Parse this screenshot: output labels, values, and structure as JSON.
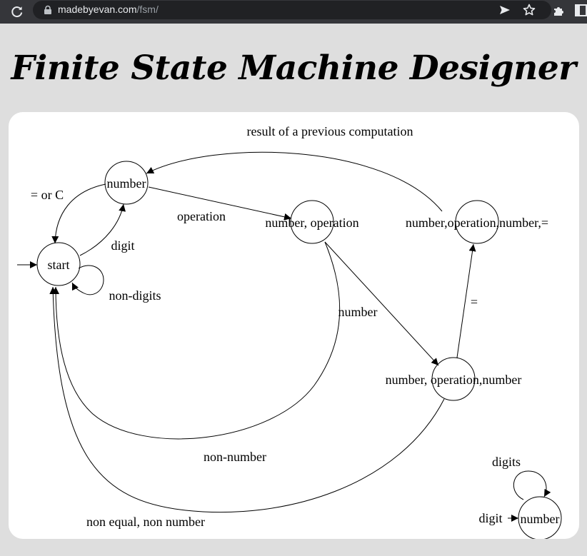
{
  "browser": {
    "url_domain": "madebyevan.com",
    "url_path": "/fsm/",
    "icons": [
      "reload-icon",
      "lock-icon",
      "send-tab-icon",
      "bookmark-star-icon",
      "extensions-icon",
      "sidebar-icon"
    ]
  },
  "page": {
    "title": "Finite State Machine Designer"
  },
  "fsm": {
    "states": {
      "start": "start",
      "number_top": "number",
      "number_operation": "number, operation",
      "full_expression": "number,operation,number,=",
      "number_operation_number": "number, operation,number",
      "number_small": "number"
    },
    "transitions": {
      "result_previous": "result of a previous computation",
      "equals_or_c": "= or C",
      "operation": "operation",
      "digit": "digit",
      "non_digits": "non-digits",
      "number": "number",
      "equals": "=",
      "non_number": "non-number",
      "non_equal_non_number": "non equal, non number",
      "digits": "digits",
      "digit_small": "digit"
    }
  }
}
